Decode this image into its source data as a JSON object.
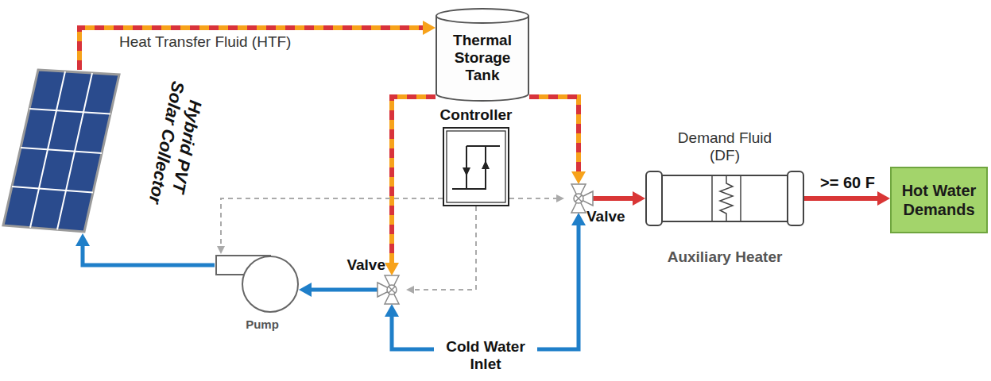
{
  "diagram": {
    "nodes": [
      {
        "text": [
          "Hybrid PVT Solar Collector"
        ]
      },
      {
        "text": [
          "Thermal Storage Tank"
        ]
      },
      {
        "text": [
          "Controller"
        ]
      },
      {
        "text": [
          "Pump"
        ]
      },
      {
        "text": [
          "Valve"
        ]
      },
      {
        "text": [
          "Valve"
        ]
      },
      {
        "text": [
          "Demand Fluid (DF)",
          "Auxiliary Heater"
        ]
      },
      {
        "text": [
          "Hot Water Demands"
        ]
      }
    ],
    "edges": [
      {
        "from": 0,
        "to": 1,
        "label": "Heat Transfer Fluid (HTF)",
        "arrow": "to"
      },
      {
        "from": 1,
        "to": 4,
        "arrow": "to"
      },
      {
        "from": 1,
        "to": 5,
        "arrow": "to"
      },
      {
        "from": 4,
        "to": 3,
        "arrow": "to"
      },
      {
        "from": 3,
        "to": 0,
        "arrow": "to"
      },
      {
        "from": 5,
        "to": 6,
        "arrow": "to"
      },
      {
        "from": 6,
        "to": 7,
        "label": ">= 60 F",
        "arrow": "to"
      },
      {
        "from": 2,
        "to": 3,
        "arrow": "to"
      },
      {
        "from": 2,
        "to": 5,
        "arrow": "to"
      },
      {
        "from": 2,
        "to": 4,
        "arrow": "to"
      },
      {
        "from": 4,
        "to": 5,
        "label": "Cold Water Inlet",
        "arrow": "both"
      }
    ]
  }
}
